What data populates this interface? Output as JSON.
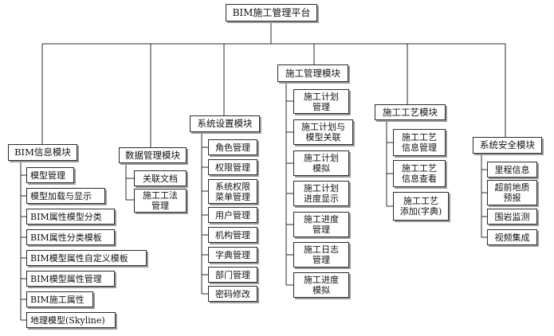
{
  "root": "BIM施工管理平台",
  "modules": [
    {
      "title": "BIM信息模块",
      "items": [
        "模型管理",
        "模型加载与显示",
        "BIM属性模型分类",
        "BIM属性分类模板",
        "BIM模型属性自定义模板",
        "BIM模型属性管理",
        "BIM施工属性",
        "地理模型(Skyline)"
      ]
    },
    {
      "title": "数据管理模块",
      "items": [
        "关联文档",
        "施工工法\n管理"
      ]
    },
    {
      "title": "系统设置模块",
      "items": [
        "角色管理",
        "权限管理",
        "系统权限\n菜单管理",
        "用户管理",
        "机构管理",
        "字典管理",
        "部门管理",
        "密码修改"
      ]
    },
    {
      "title": "施工管理模块",
      "items": [
        "施工计划\n管理",
        "施工计划与\n模型关联",
        "施工计划\n模拟",
        "施工计划\n进度显示",
        "施工进度\n管理",
        "施工日志\n管理",
        "施工进度\n模拟"
      ]
    },
    {
      "title": "施工工艺模块",
      "items": [
        "施工工艺\n信息管理",
        "施工工艺\n信息查看",
        "施工工艺\n添加(字典)"
      ]
    },
    {
      "title": "系统安全模块",
      "items": [
        "里程信息",
        "超前地质\n预报",
        "围岩监测",
        "视频集成"
      ]
    }
  ]
}
